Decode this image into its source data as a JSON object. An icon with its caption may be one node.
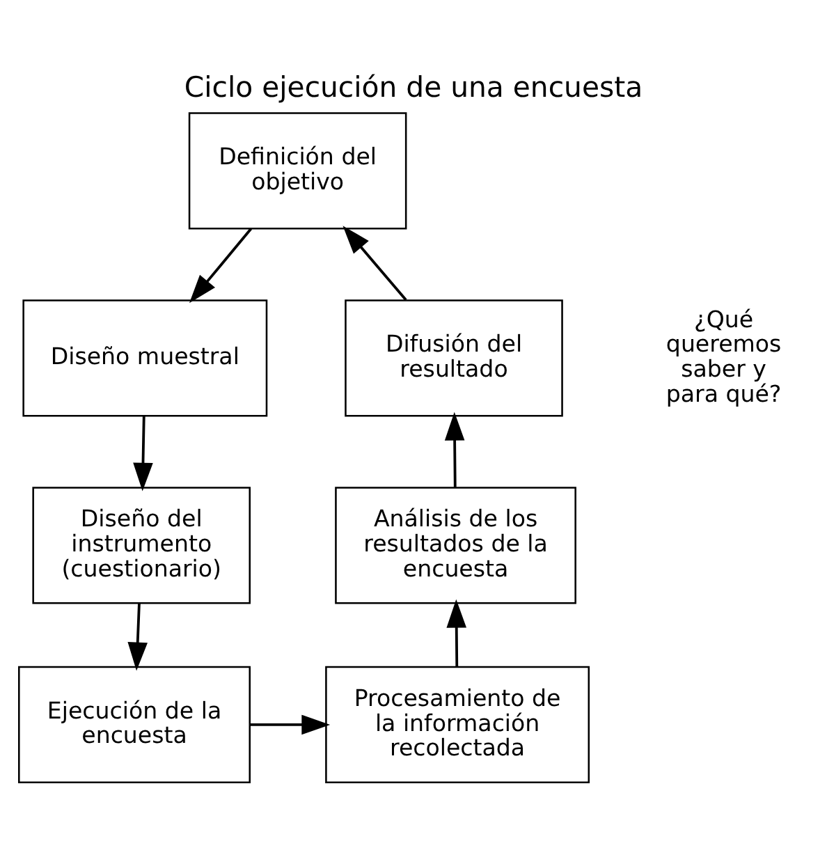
{
  "diagram": {
    "title": "Ciclo ejecución de una encuesta",
    "nodes": [
      {
        "text": [
          "Definición del objetivo"
        ]
      },
      {
        "text": [
          "Diseño muestral"
        ]
      },
      {
        "text": [
          "Diseño del instrumento (cuestionario)"
        ]
      },
      {
        "text": [
          "Ejecución de la encuesta"
        ]
      },
      {
        "text": [
          "Procesamiento de la información recolectada"
        ]
      },
      {
        "text": [
          "Análisis de los resultados de la encuesta"
        ]
      },
      {
        "text": [
          "Difusión del resultado"
        ]
      }
    ],
    "edges": [
      {
        "from": 0,
        "to": 1,
        "arrow": "to"
      },
      {
        "from": 1,
        "to": 2,
        "arrow": "to"
      },
      {
        "from": 2,
        "to": 3,
        "arrow": "to"
      },
      {
        "from": 3,
        "to": 4,
        "arrow": "to"
      },
      {
        "from": 4,
        "to": 5,
        "arrow": "to"
      },
      {
        "from": 5,
        "to": 6,
        "arrow": "to"
      },
      {
        "from": 6,
        "to": 0,
        "arrow": "to"
      }
    ],
    "labels": [
      "¿Qué queremos saber y para qué?"
    ]
  }
}
